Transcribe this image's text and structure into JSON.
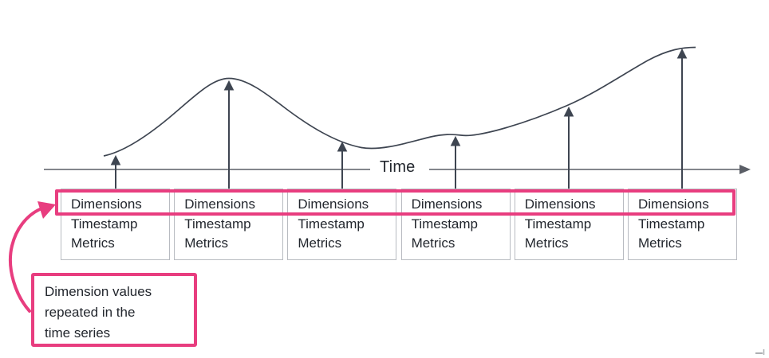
{
  "axis": {
    "label": "Time"
  },
  "records": {
    "count": 6,
    "fields": {
      "dimensions": "Dimensions",
      "timestamp": "Timestamp",
      "metrics": "Metrics"
    }
  },
  "callout": {
    "lines": {
      "0": "Dimension values",
      "1": "repeated in the",
      "2": "time series"
    }
  },
  "colors": {
    "accent_pink": "#E83D7F",
    "curve_line": "#3E4551",
    "axis_line": "#5A5E66",
    "box_border": "#B8BBC1",
    "text": "#23272E"
  }
}
